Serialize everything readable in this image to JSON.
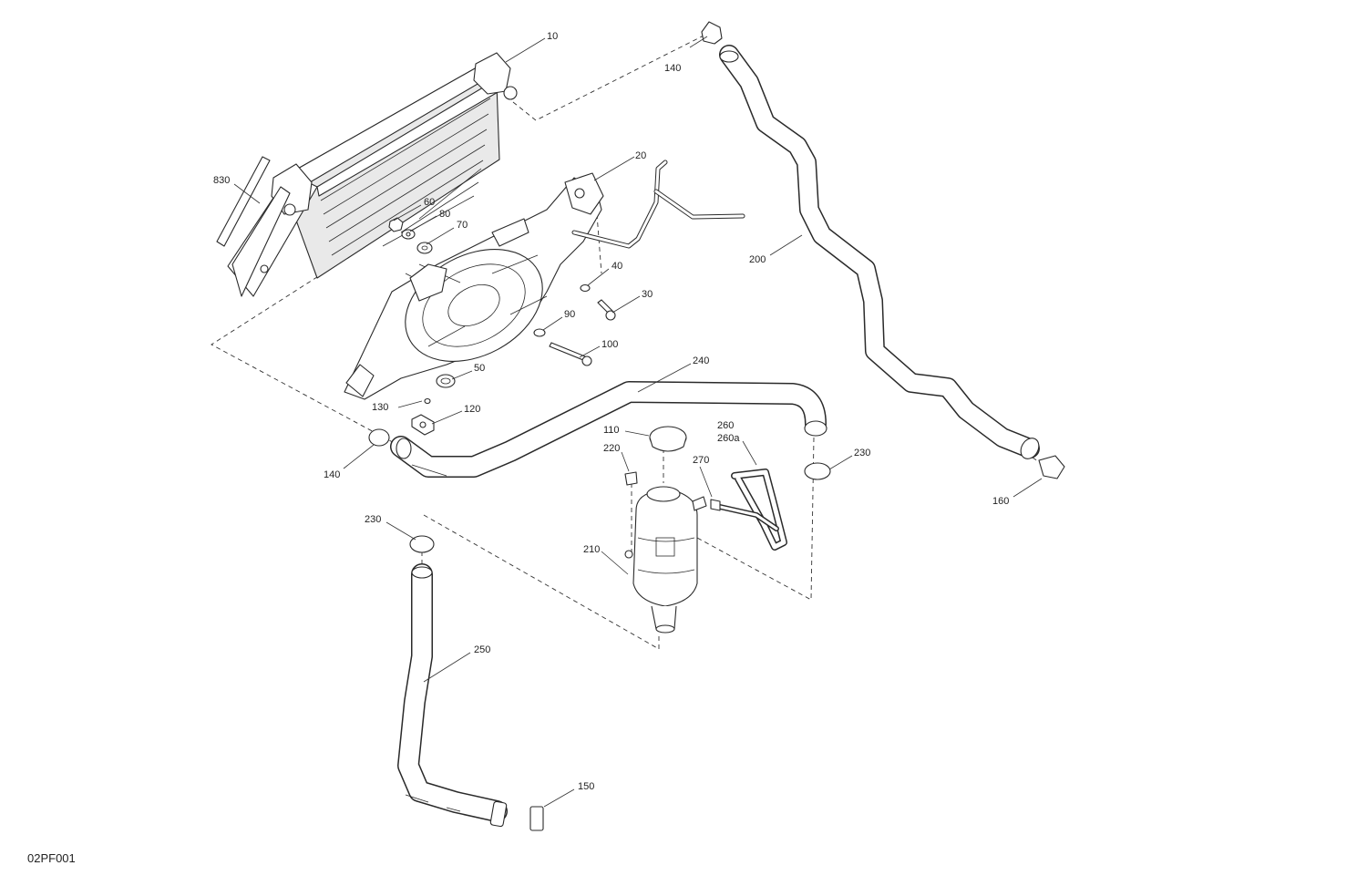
{
  "drawing_code": "02PF001",
  "callouts": {
    "c10": "10",
    "c20": "20",
    "c30": "30",
    "c40": "40",
    "c50": "50",
    "c60": "60",
    "c70": "70",
    "c80": "80",
    "c90": "90",
    "c100": "100",
    "c110": "110",
    "c120": "120",
    "c130": "130",
    "c140a": "140",
    "c140b": "140",
    "c150": "150",
    "c160": "160",
    "c200": "200",
    "c210": "210",
    "c220": "220",
    "c230a": "230",
    "c230b": "230",
    "c240": "240",
    "c250": "250",
    "c260": "260",
    "c260a": "260a",
    "c270": "270",
    "c830": "830"
  }
}
